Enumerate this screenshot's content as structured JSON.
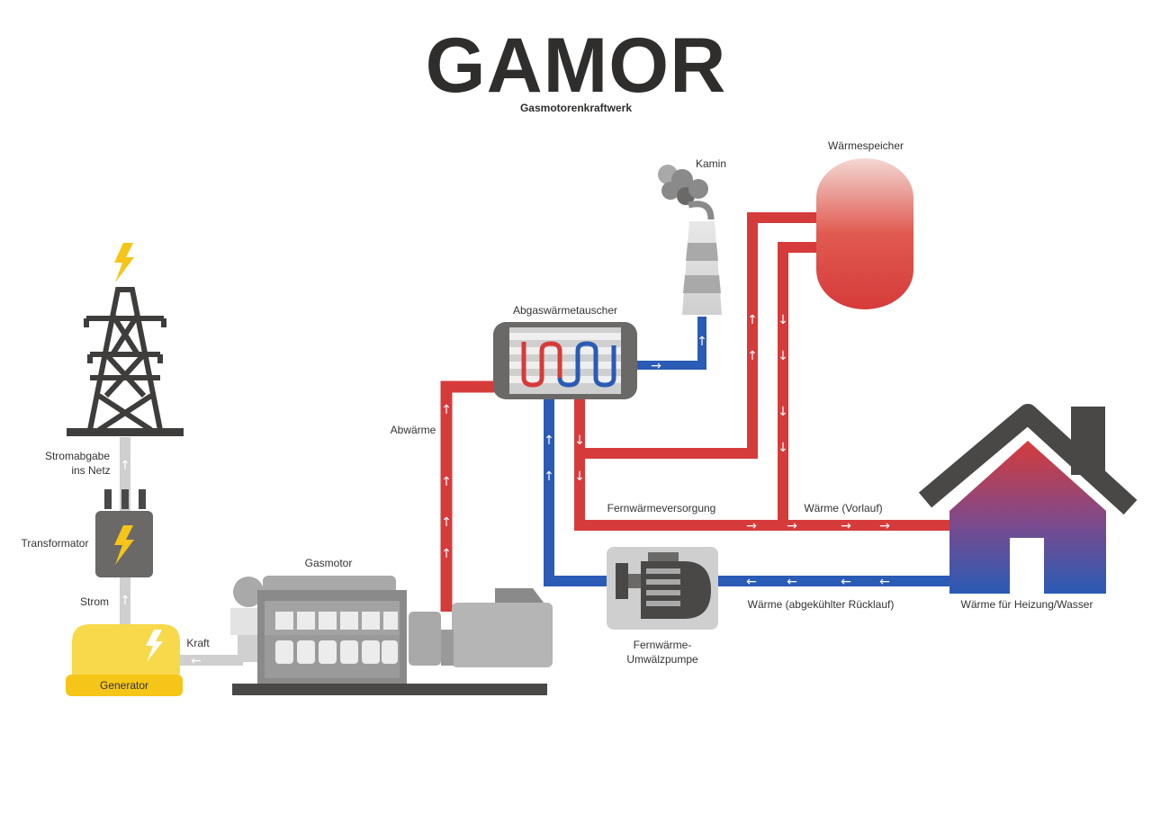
{
  "header": {
    "title": "GAMOR",
    "subtitle": "Gasmotorenkraftwerk"
  },
  "labels": {
    "kamin": "Kamin",
    "waermespeicher": "Wärmespeicher",
    "abgaswaermetauscher": "Abgaswärmetauscher",
    "abwaerme": "Abwärme",
    "stromabgabe_line1": "Stromabgabe",
    "stromabgabe_line2": "ins Netz",
    "transformator": "Transformator",
    "strom": "Strom",
    "kraft": "Kraft",
    "generator": "Generator",
    "gasmotor": "Gasmotor",
    "fernwaermeversorgung": "Fernwärmeversorgung",
    "waerme_vorlauf": "Wärme (Vorlauf)",
    "pumpe_line1": "Fernwärme-",
    "pumpe_line2": "Umwälzpumpe",
    "waerme_ruecklauf": "Wärme (abgekühlter Rücklauf)",
    "waerme_heizung": "Wärme für Heizung/Wasser"
  },
  "icons": {
    "bolt": "lightning-bolt",
    "up": "↑",
    "down": "↓",
    "right": "→",
    "left": "←"
  },
  "colors": {
    "hot": "#d63b3b",
    "cold": "#2a5bb5",
    "dark": "#4a4846",
    "grey": "#a9a9a9",
    "yellow": "#f7d94a",
    "generator_band": "#f5c518"
  }
}
